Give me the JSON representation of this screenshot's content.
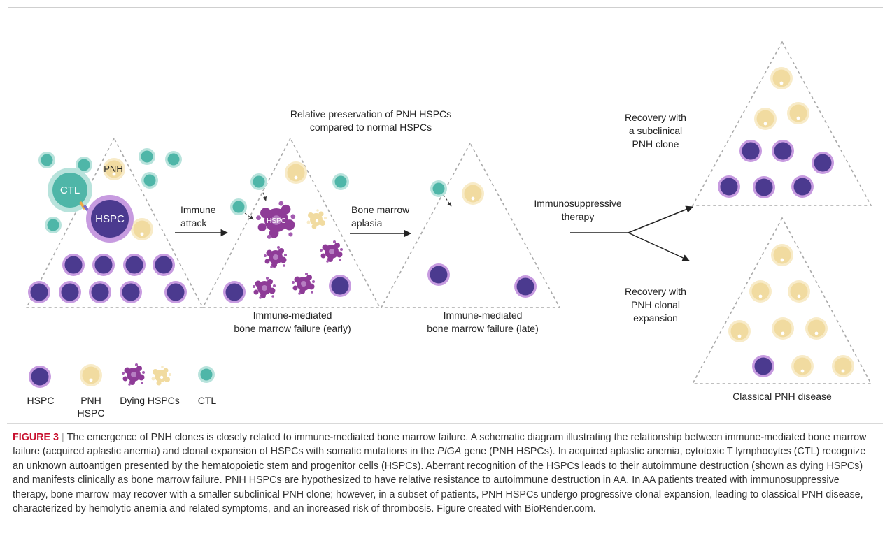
{
  "diagram": {
    "top_note": {
      "line1": "Relative preservation of PNH HSPCs",
      "line2": "compared to normal HSPCs"
    },
    "cell_labels": {
      "ctl": "CTL",
      "pnh": "PNH",
      "hspc": "HSPC",
      "hspc_small": "HSPC"
    },
    "arrows": {
      "immune_attack": {
        "line1": "Immune",
        "line2": "attack"
      },
      "aplasia": {
        "line1": "Bone marrow",
        "line2": "aplasia"
      },
      "therapy": {
        "line1": "Immunosuppressive",
        "line2": "therapy"
      }
    },
    "stages": {
      "early": {
        "line1": "Immune-mediated",
        "line2": "bone marrow failure (early)"
      },
      "late": {
        "line1": "Immune-mediated",
        "line2": "bone marrow failure (late)"
      }
    },
    "outcomes": {
      "subclinical": {
        "line1": "Recovery with",
        "line2": "a subclinical",
        "line3": "PNH clone"
      },
      "expansion": {
        "line1": "Recovery with",
        "line2": "PNH clonal",
        "line3": "expansion"
      },
      "classical": "Classical PNH disease"
    },
    "legend": {
      "hspc": "HSPC",
      "pnh_line1": "PNH",
      "pnh_line2": "HSPC",
      "dying": "Dying HSPCs",
      "ctl": "CTL"
    },
    "colors": {
      "hspc_fill": "#4b3a8f",
      "hspc_ring": "#c79be0",
      "pnh_fill": "#f1dba0",
      "pnh_ring": "#f8ebc8",
      "ctl_fill": "#4fb6a8",
      "ctl_ring": "#b8e3dc",
      "dying_fill": "#8e3b97",
      "caption_label": "#c8102e"
    }
  },
  "caption": {
    "label": "FIGURE 3",
    "separator": "|",
    "part1": "The emergence of PNH clones is closely related to immune-mediated bone marrow failure. A schematic diagram illustrating the relationship between immune-mediated bone marrow failure (acquired aplastic anemia) and clonal expansion of HSPCs with somatic mutations in the",
    "gene": "PIGA",
    "part2": "gene (PNH HSPCs). In acquired aplastic anemia, cytotoxic T lymphocytes (CTL) recognize an unknown autoantigen presented by the hematopoietic stem and progenitor cells (HSPCs). Aberrant recognition of the HSPCs leads to their autoimmune destruction (shown as dying HSPCs) and manifests clinically as bone marrow failure. PNH HSPCs are hypothesized to have relative resistance to autoimmune destruction in AA. In AA patients treated with immunosuppressive therapy, bone marrow may recover with a smaller subclinical PNH clone; however, in a subset of patients, PNH HSPCs undergo progressive clonal expansion, leading to classical PNH disease, characterized by hemolytic anemia and related symptoms, and an increased risk of thrombosis. Figure created with BioRender.com."
  }
}
